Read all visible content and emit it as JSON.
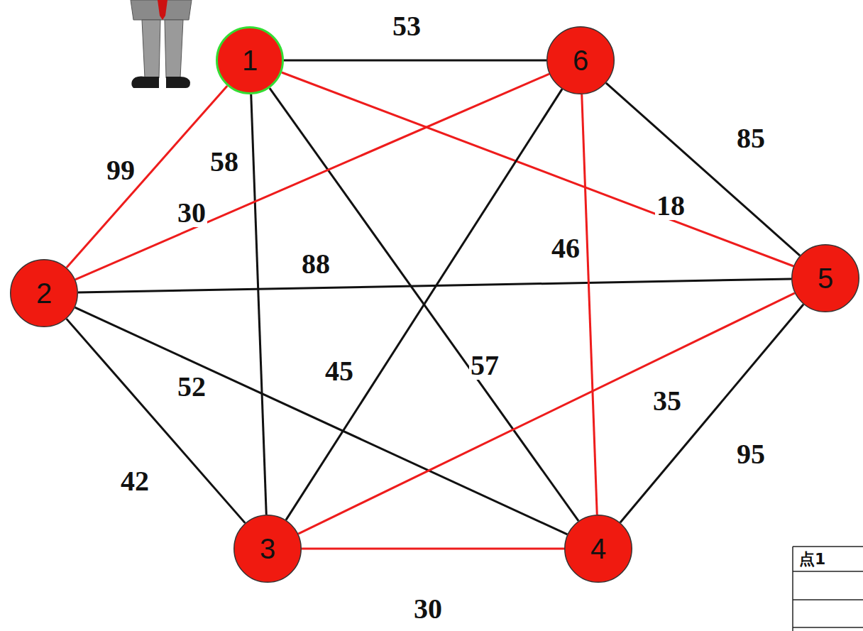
{
  "diagram": {
    "nodes": [
      {
        "text": [
          "1"
        ]
      },
      {
        "text": [
          "6"
        ]
      },
      {
        "text": [
          "2"
        ]
      },
      {
        "text": [
          "5"
        ]
      },
      {
        "text": [
          "3"
        ]
      },
      {
        "text": [
          "4"
        ]
      }
    ],
    "edges": [
      {
        "from": 0,
        "to": 1,
        "arrow": "none",
        "label": "53"
      },
      {
        "from": 0,
        "to": 2,
        "arrow": "none",
        "label": "99"
      },
      {
        "from": 0,
        "to": 4,
        "arrow": "none",
        "label": "58"
      },
      {
        "from": 0,
        "to": 5,
        "arrow": "none",
        "label": "57"
      },
      {
        "from": 0,
        "to": 3,
        "arrow": "none",
        "label": "18"
      },
      {
        "from": 1,
        "to": 2,
        "arrow": "none",
        "label": "30"
      },
      {
        "from": 2,
        "to": 3,
        "arrow": "none",
        "label": "88"
      },
      {
        "from": 2,
        "to": 5,
        "arrow": "none",
        "label": "52"
      },
      {
        "from": 2,
        "to": 4,
        "arrow": "none",
        "label": "42"
      },
      {
        "from": 1,
        "to": 4,
        "arrow": "none",
        "label": "45"
      },
      {
        "from": 1,
        "to": 5,
        "arrow": "none",
        "label": "46"
      },
      {
        "from": 1,
        "to": 3,
        "arrow": "none",
        "label": "85"
      },
      {
        "from": 3,
        "to": 4,
        "arrow": "none",
        "label": "35"
      },
      {
        "from": 3,
        "to": 5,
        "arrow": "none",
        "label": "95"
      },
      {
        "from": 4,
        "to": 5,
        "arrow": "none",
        "label": "30"
      }
    ],
    "labels": [
      "点1"
    ]
  }
}
